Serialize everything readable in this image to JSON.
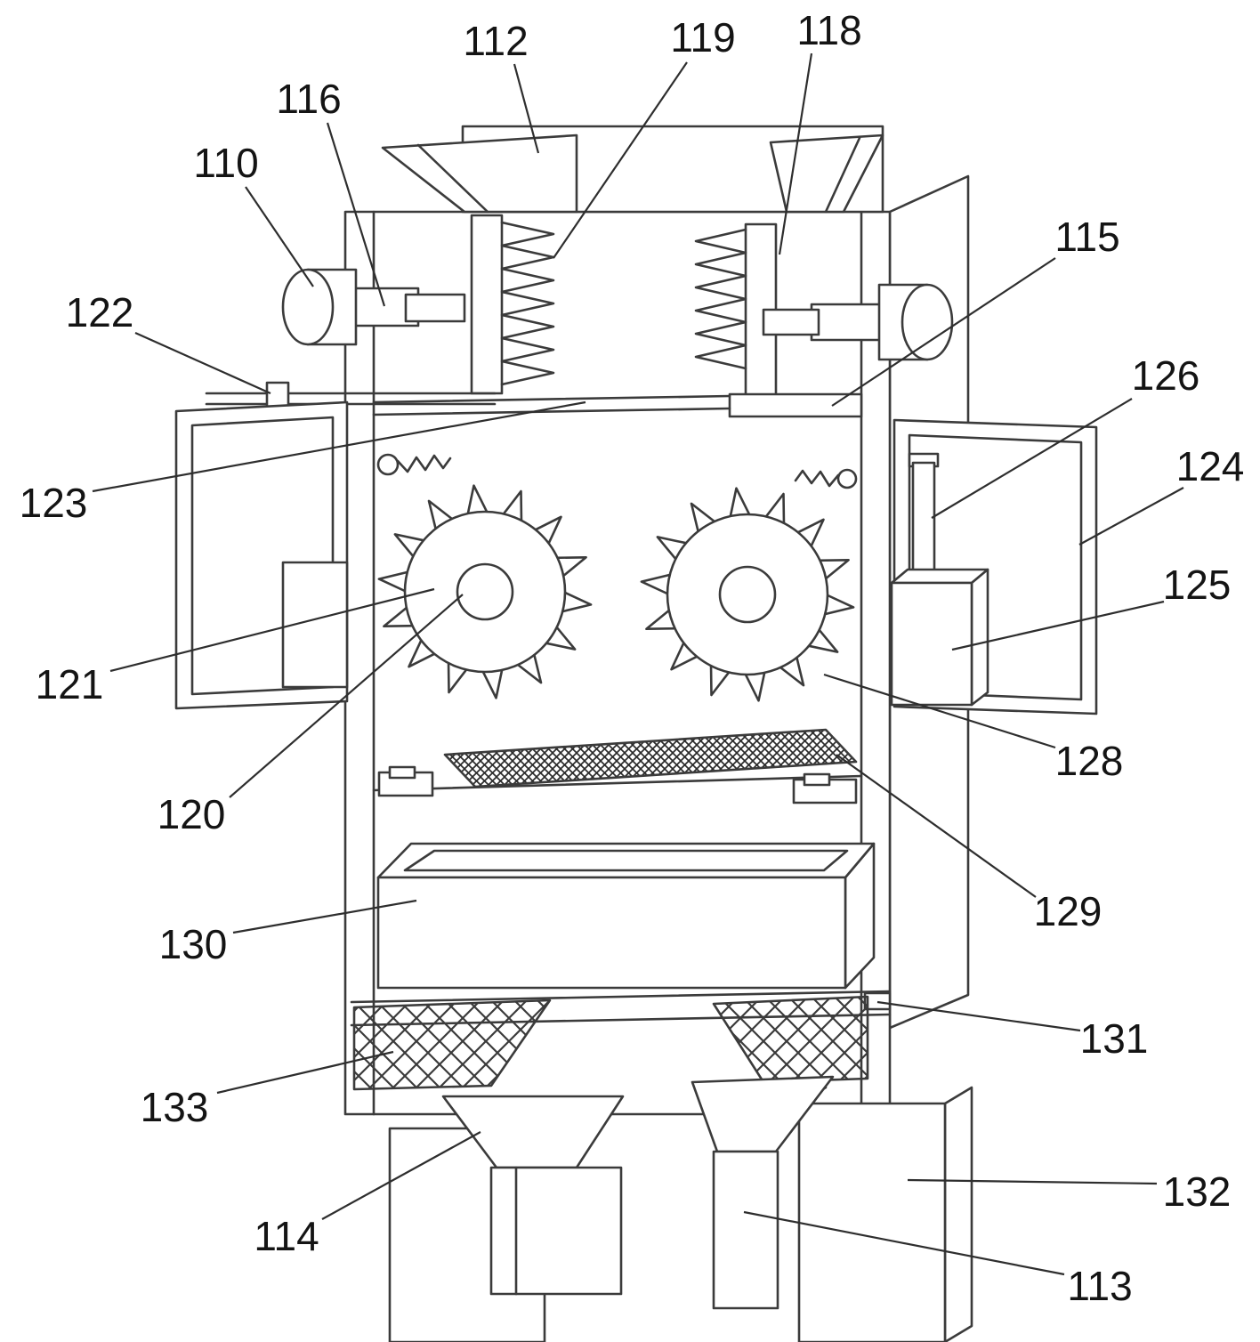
{
  "figure": {
    "kind": "patent technical drawing",
    "description_visible_text_only": true,
    "colors": {
      "line": "#3b3b3b",
      "background": "#ffffff",
      "label_text": "#141414"
    },
    "labels": {
      "n110": "110",
      "n112": "112",
      "n113": "113",
      "n114": "114",
      "n115": "115",
      "n116": "116",
      "n118": "118",
      "n119": "119",
      "n120": "120",
      "n121": "121",
      "n122": "122",
      "n123": "123",
      "n124": "124",
      "n125": "125",
      "n126": "126",
      "n128": "128",
      "n129": "129",
      "n130": "130",
      "n131": "131",
      "n132": "132",
      "n133": "133"
    }
  }
}
